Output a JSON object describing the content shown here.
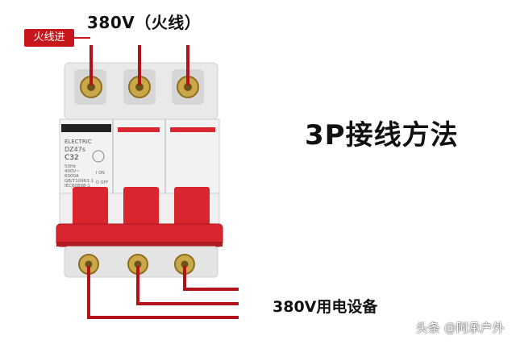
{
  "labels": {
    "top_voltage": "380V（火线）",
    "incoming_badge": "火线进",
    "title": "3P接线方法",
    "bottom_device": "380V用电设备",
    "watermark": "头条 @阿承户外"
  },
  "breaker": {
    "brand": "ELECTRIC",
    "model": "DZ47s",
    "rating": "C32",
    "spec_lines": [
      "50Hz",
      "400V~",
      "6000A",
      "GB/T10963.1",
      "IEC60898-1"
    ],
    "on_label": "I ON",
    "off_label": "O OFF"
  },
  "colors": {
    "wire_red": "#b3121a",
    "badge_red": "#c8161d",
    "handle_red": "#d9262e",
    "body_white": "#f2f2f2"
  }
}
